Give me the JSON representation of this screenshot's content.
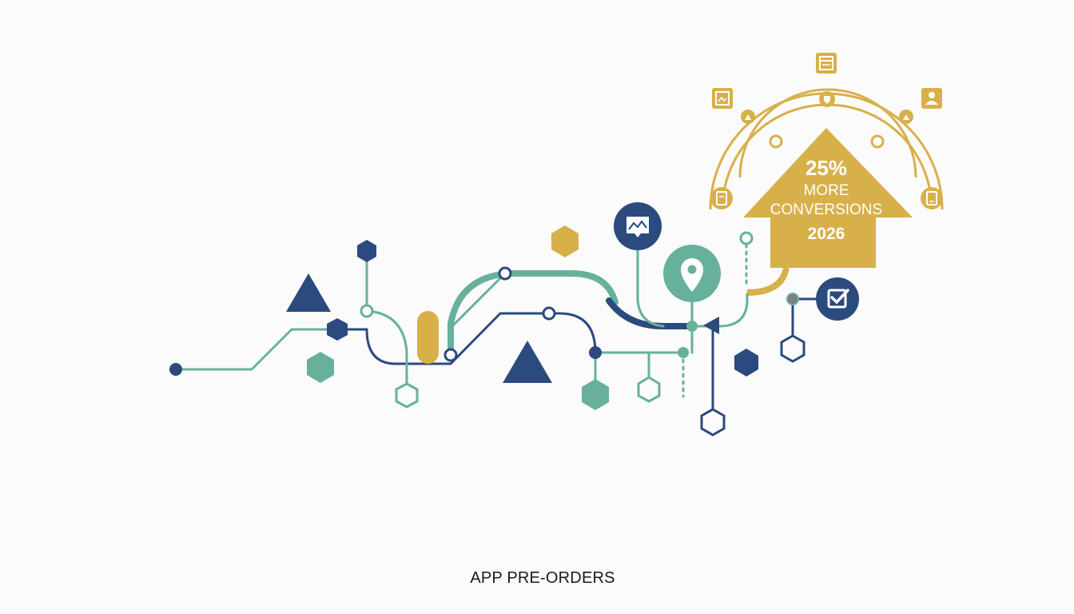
{
  "caption": "APP PRE-ORDERS",
  "arrow": {
    "line1": "25%",
    "line2": "MORE",
    "line3": "CONVERSIONS",
    "line4": "2026"
  },
  "colors": {
    "navy": "#2b4a7e",
    "teal": "#67b19c",
    "gold": "#d8b04a",
    "background": "#fbfbfb"
  },
  "icons": {
    "chart_bubble": "chart-message-icon",
    "location_pin": "location-pin-icon",
    "check_badge": "checkbox-check-icon",
    "arc_icons": [
      "image-icon",
      "window-icon",
      "person-icon",
      "document-icon",
      "tablet-icon"
    ]
  }
}
